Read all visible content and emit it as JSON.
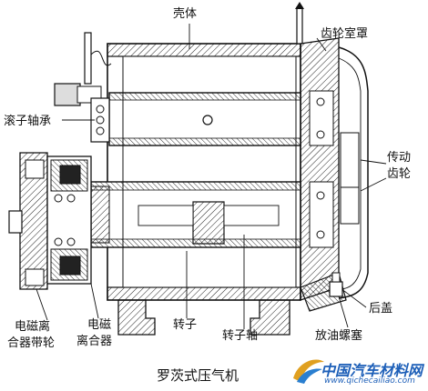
{
  "caption": "罗茨式压气机",
  "labels": {
    "housing": "壳体",
    "gear_cover": "齿轮室罩",
    "roller_bearing": "滚子轴承",
    "drive_gear_line1": "传动",
    "drive_gear_line2": "齿轮",
    "rear_cover": "后盖",
    "clutch_pulley_line1": "电磁离",
    "clutch_pulley_line2": "合器带轮",
    "clutch_line1": "电磁",
    "clutch_line2": "离合器",
    "rotor": "转子",
    "rotor_shaft": "转子轴",
    "drain_plug": "放油螺塞"
  },
  "watermark": {
    "name": "中国汽车材料网",
    "url": "www.qichecailiao.com"
  }
}
